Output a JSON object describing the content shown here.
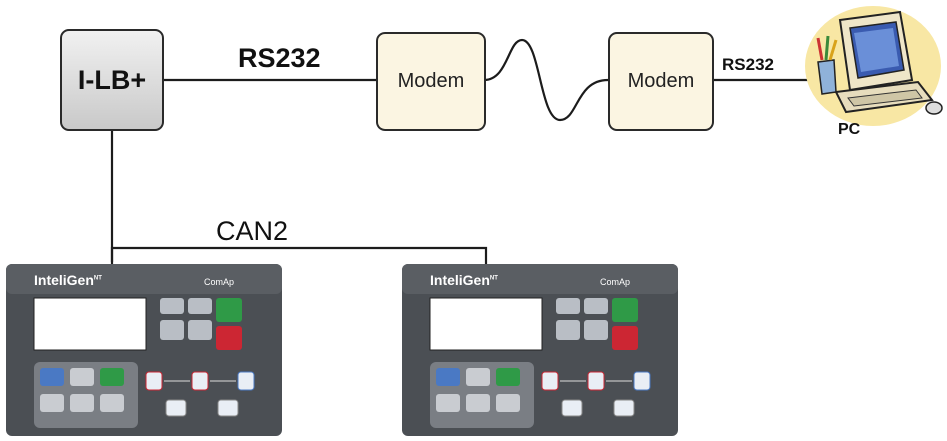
{
  "diagram": {
    "ilb_label": "I-LB+",
    "rs232_main": "RS232",
    "modem_left": "Modem",
    "modem_right": "Modem",
    "rs232_pc": "RS232",
    "pc_label": "PC",
    "can_label": "CAN2"
  },
  "controllers": [
    {
      "brand": "InteliGen",
      "brand_sup": "NT",
      "maker": "ComAp"
    },
    {
      "brand": "InteliGen",
      "brand_sup": "NT",
      "maker": "ComAp"
    }
  ]
}
